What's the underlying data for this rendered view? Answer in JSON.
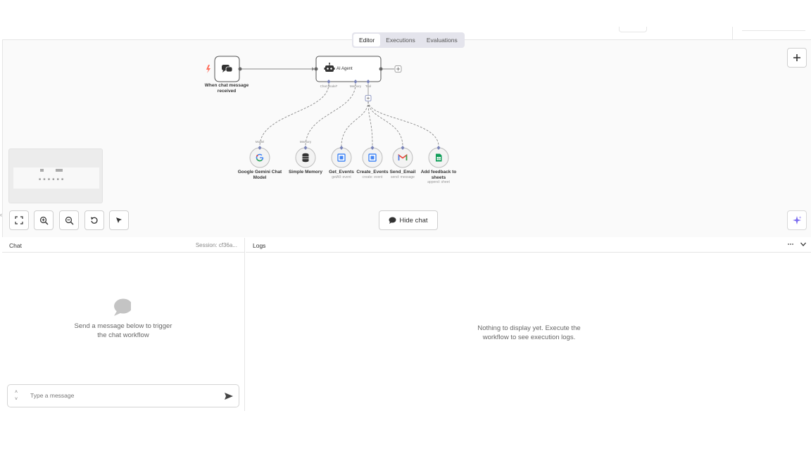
{
  "tabs": [
    {
      "label": "Editor"
    },
    {
      "label": "Executions"
    },
    {
      "label": "Evaluations"
    }
  ],
  "nodes": {
    "trigger": {
      "label_line1": "When chat message",
      "label_line2": "received"
    },
    "agent": {
      "label": "AI Agent",
      "port_chat_model": "Chat Model*",
      "port_memory": "Memory",
      "port_tool": "Tool"
    },
    "gemini": {
      "label_line1": "Google Gemini Chat",
      "label_line2": "Model",
      "port_label": "Model"
    },
    "memory": {
      "label": "Simple Memory",
      "port_label": "Memory"
    },
    "get_events": {
      "label": "Get_Events",
      "sub": "getAll: event"
    },
    "create_events": {
      "label": "Create_Events",
      "sub": "create: event"
    },
    "send_email": {
      "label": "Send_Email",
      "sub": "send: message"
    },
    "feedback": {
      "label_line1": "Add feedback to",
      "label_line2": "sheets",
      "sub": "append: sheet"
    }
  },
  "controls": {
    "hide_chat": "Hide chat"
  },
  "chat": {
    "title": "Chat",
    "session": "Session: cf36a...",
    "empty_line1": "Send a message below to trigger",
    "empty_line2": "the chat workflow",
    "input_placeholder": "Type a message"
  },
  "logs": {
    "title": "Logs",
    "empty_line1": "Nothing to display yet. Execute the",
    "empty_line2": "workflow to see execution logs."
  },
  "colors": {
    "accent_purple": "#7b6cf0",
    "trigger_red": "#ff6d5a",
    "connection_gray": "#8a8a8a"
  }
}
